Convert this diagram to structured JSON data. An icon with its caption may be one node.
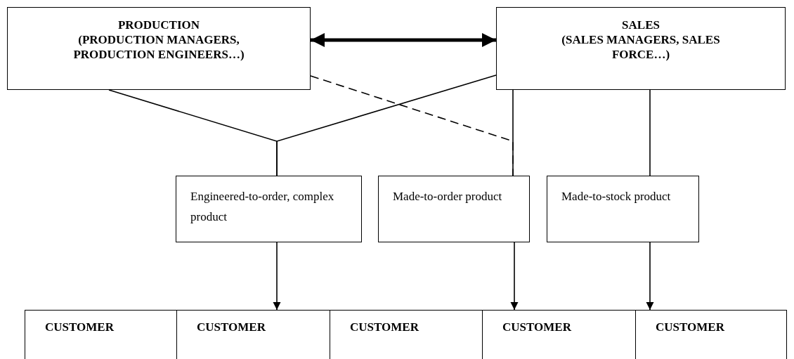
{
  "diagram": {
    "nodes": [
      {
        "text": [
          "PRODUCTION",
          "(PRODUCTION MANAGERS, PRODUCTION ENGINEERS…)"
        ]
      },
      {
        "text": [
          "SALES",
          "(SALES MANAGERS, SALES FORCE…)"
        ]
      },
      {
        "text": [
          "Engineered-to-order, complex product"
        ]
      },
      {
        "text": [
          "Made-to-order product"
        ]
      },
      {
        "text": [
          "Made-to-stock product"
        ]
      },
      {
        "text": [
          "CUSTOMER"
        ]
      },
      {
        "text": [
          "CUSTOMER"
        ]
      },
      {
        "text": [
          "CUSTOMER"
        ]
      },
      {
        "text": [
          "CUSTOMER"
        ]
      },
      {
        "text": [
          "CUSTOMER"
        ]
      }
    ],
    "edges": [
      {
        "from": 0,
        "to": 1,
        "arrow": "both",
        "style": "thick"
      },
      {
        "from": 0,
        "to": 2,
        "arrow": "none"
      },
      {
        "from": 1,
        "to": 2,
        "arrow": "none"
      },
      {
        "from": 0,
        "to": 3,
        "arrow": "none",
        "style": "dashed"
      },
      {
        "from": 1,
        "to": 3,
        "arrow": "none"
      },
      {
        "from": 1,
        "to": 4,
        "arrow": "none"
      },
      {
        "from": 2,
        "to": 6,
        "arrow": "to"
      },
      {
        "from": 3,
        "to": 8,
        "arrow": "to"
      },
      {
        "from": 4,
        "to": 9,
        "arrow": "to"
      }
    ]
  }
}
